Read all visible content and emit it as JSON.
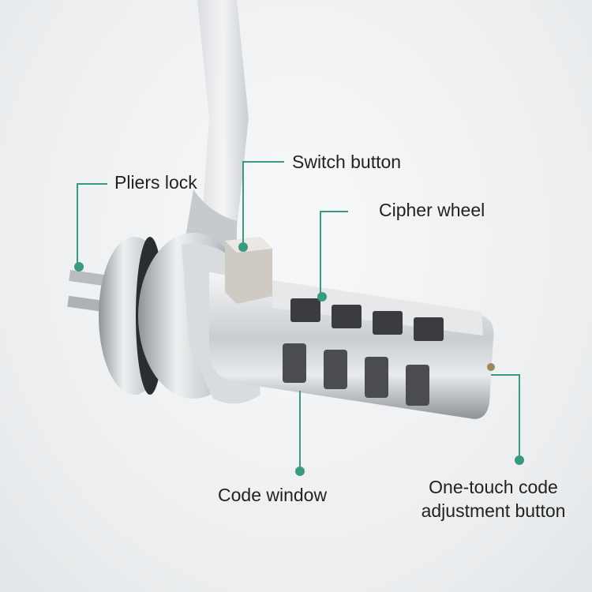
{
  "colors": {
    "leader_line": "#3a9a7e",
    "label_text": "#222222",
    "background": "#eef0f2"
  },
  "labels": {
    "pliers_lock": "Pliers lock",
    "switch_button": "Switch button",
    "cipher_wheel": "Cipher wheel",
    "code_window": "Code window",
    "adjustment_line1": "One-touch code",
    "adjustment_line2": "adjustment button"
  }
}
